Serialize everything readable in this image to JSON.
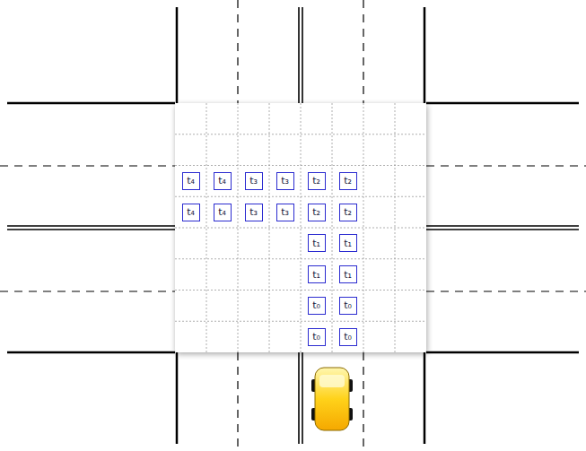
{
  "diagram": {
    "nodes": [
      {
        "text": [
          "t₄"
        ]
      },
      {
        "text": [
          "t₄"
        ]
      },
      {
        "text": [
          "t₃"
        ]
      },
      {
        "text": [
          "t₃"
        ]
      },
      {
        "text": [
          "t₂"
        ]
      },
      {
        "text": [
          "t₂"
        ]
      },
      {
        "text": [
          "t₄"
        ]
      },
      {
        "text": [
          "t₄"
        ]
      },
      {
        "text": [
          "t₃"
        ]
      },
      {
        "text": [
          "t₃"
        ]
      },
      {
        "text": [
          "t₂"
        ]
      },
      {
        "text": [
          "t₂"
        ]
      },
      {
        "text": [
          "t₁"
        ]
      },
      {
        "text": [
          "t₁"
        ]
      },
      {
        "text": [
          "t₁"
        ]
      },
      {
        "text": [
          "t₁"
        ]
      },
      {
        "text": [
          "t₀"
        ]
      },
      {
        "text": [
          "t₀"
        ]
      },
      {
        "text": [
          "t₀"
        ]
      },
      {
        "text": [
          "t₀"
        ]
      }
    ]
  }
}
